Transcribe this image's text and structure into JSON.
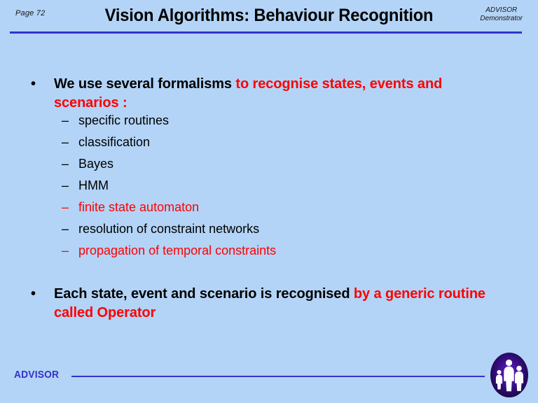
{
  "slide": {
    "background_color": "#b3d4f7",
    "accent_color": "#3333cc",
    "highlight_color": "#ff0000",
    "header": {
      "page_label": "Page 72",
      "title": "Vision Algorithms: Behaviour Recognition",
      "org_name": "ADVISOR",
      "org_subtitle": "Demonstrator"
    },
    "body": {
      "bullet_marker": "•",
      "sub_bullet_marker": "–",
      "bullets": [
        {
          "segments": [
            {
              "text": "We use several formalisms ",
              "color": "black"
            },
            {
              "text": "to recognise states, events and scenarios :",
              "color": "red"
            }
          ],
          "plain": "We use several formalisms to recognise states, events and scenarios :"
        },
        {
          "segments": [
            {
              "text": "Each state, event and scenario is recognised ",
              "color": "black"
            },
            {
              "text": "by a generic routine called Operator",
              "color": "red"
            }
          ],
          "plain": "Each state, event and scenario is recognised by a generic routine called Operator"
        }
      ],
      "sub_bullets": [
        {
          "label": "specific routines",
          "color": "black"
        },
        {
          "label": "classification",
          "color": "black"
        },
        {
          "label": "Bayes",
          "color": "black"
        },
        {
          "label": "HMM",
          "color": "black"
        },
        {
          "label": "finite state automaton",
          "color": "red"
        },
        {
          "label": "resolution of constraint networks",
          "color": "black"
        },
        {
          "label": "propagation of temporal constraints",
          "color": "red"
        }
      ]
    },
    "footer": {
      "brand": "ADVISOR",
      "logo_name": "advisor-people-logo"
    }
  }
}
